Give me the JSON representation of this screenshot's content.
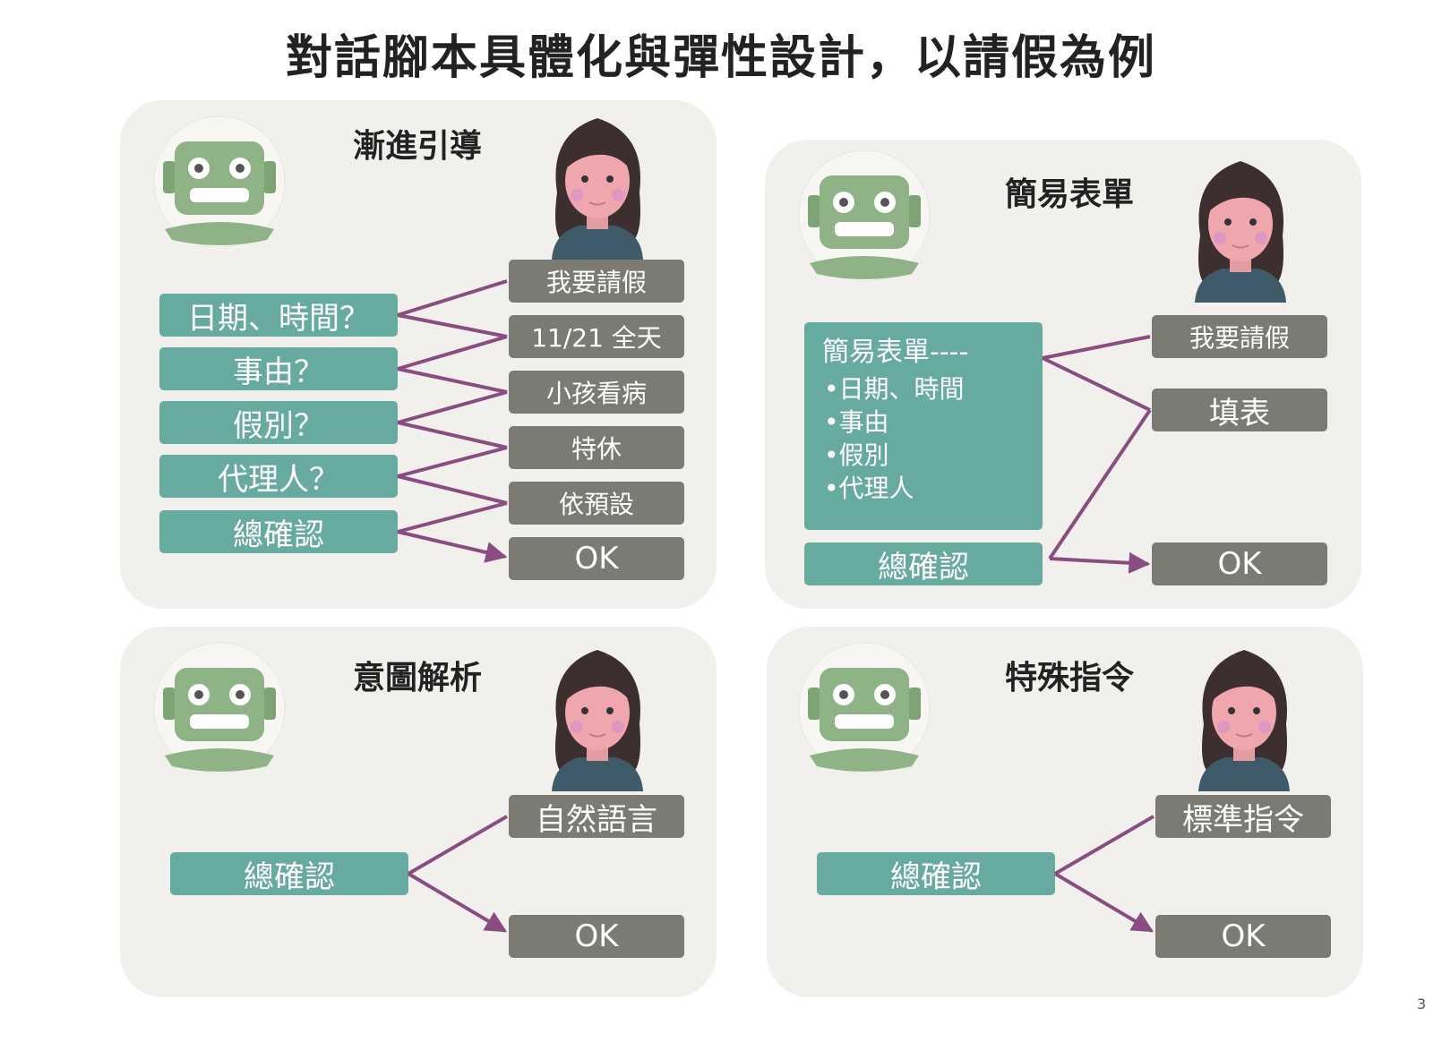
{
  "title": "對話腳本具體化與彈性設計，以請假為例",
  "panels": {
    "p1": {
      "title": "漸進引導",
      "bot_boxes": [
        "日期、時間？",
        "事由？",
        "假別？",
        "代理人？",
        "總確認"
      ],
      "user_boxes": [
        "我要請假",
        "11/21 全天",
        "小孩看病",
        "特休",
        "依預設",
        "OK"
      ]
    },
    "p2": {
      "title": "簡易表單",
      "form_header": "簡易表單----",
      "form_items": [
        "日期、時間",
        "事由",
        "假別",
        "代理人"
      ],
      "bot_confirm": "總確認",
      "user_boxes": [
        "我要請假",
        "填表",
        "OK"
      ]
    },
    "p3": {
      "title": "意圖解析",
      "bot_confirm": "總確認",
      "user_boxes": [
        "自然語言",
        "OK"
      ]
    },
    "p4": {
      "title": "特殊指令",
      "bot_confirm": "總確認",
      "user_boxes": [
        "標準指令",
        "OK"
      ]
    }
  },
  "colors": {
    "teal": "#67aaa0",
    "gray": "#7c7b73",
    "arrow": "#8a4d82",
    "panel": "#f1f0ec"
  },
  "page_number": "3"
}
